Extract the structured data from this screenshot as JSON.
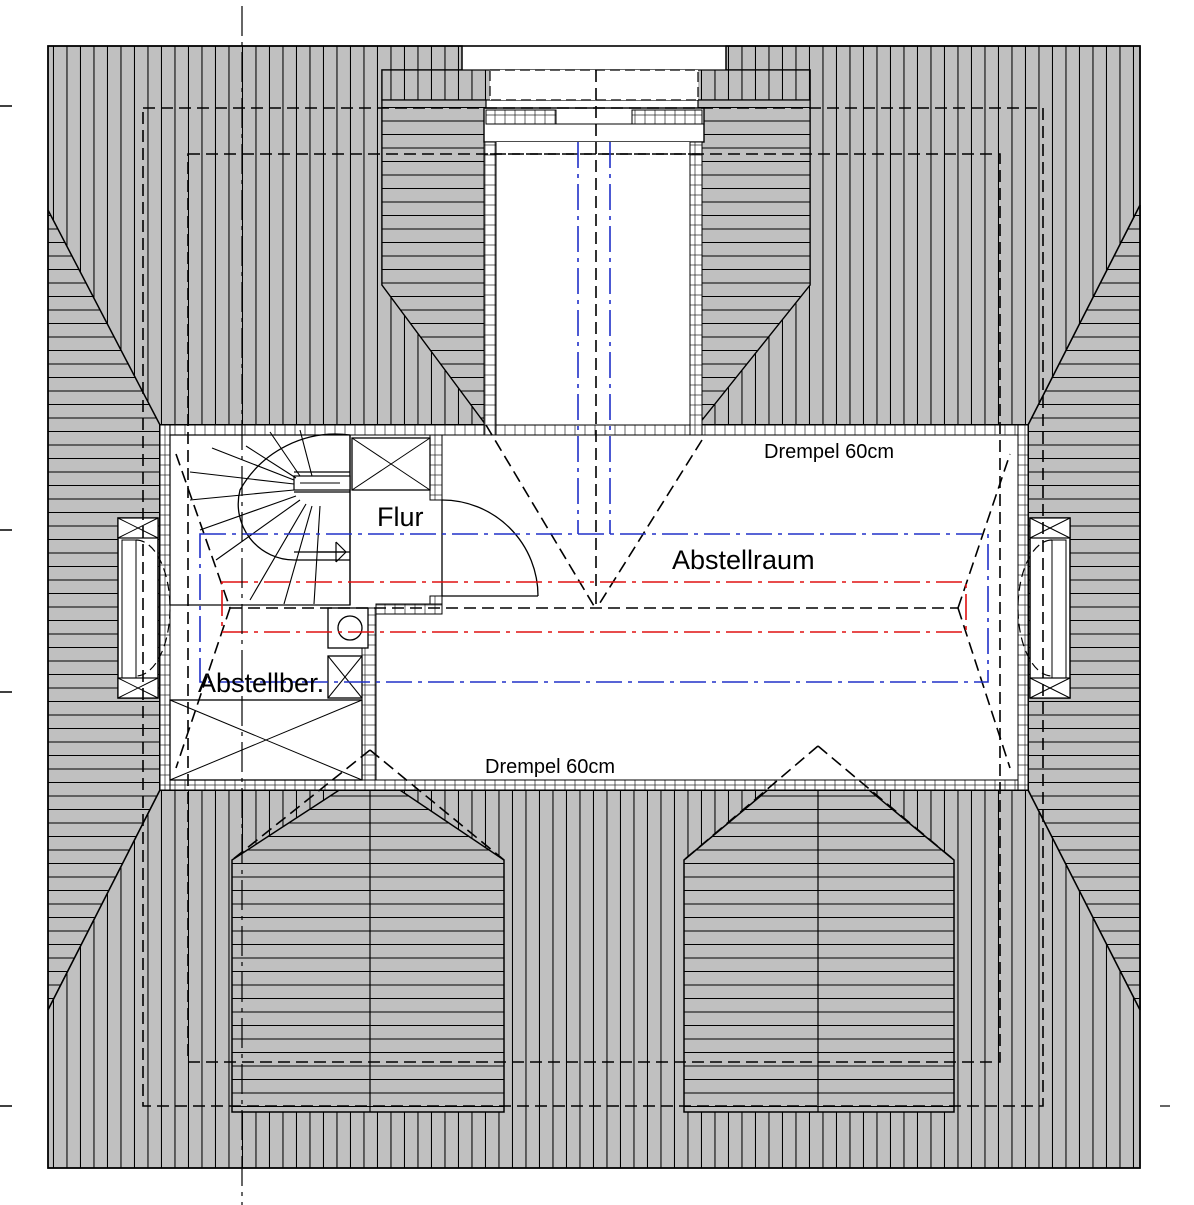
{
  "plan": {
    "room_labels": {
      "flur": "Flur",
      "abstellraum": "Abstellraum",
      "abstellber": "Abstellber."
    },
    "annotations": {
      "drempel_top": "Drempel 60cm",
      "drempel_bottom": "Drempel 60cm"
    },
    "colors": {
      "roof_fill": "#c0c0c0",
      "roof_lines": "#000000",
      "wall_fill": "#ffffff",
      "axis_blue": "#2030c8",
      "axis_red": "#e01010"
    }
  }
}
